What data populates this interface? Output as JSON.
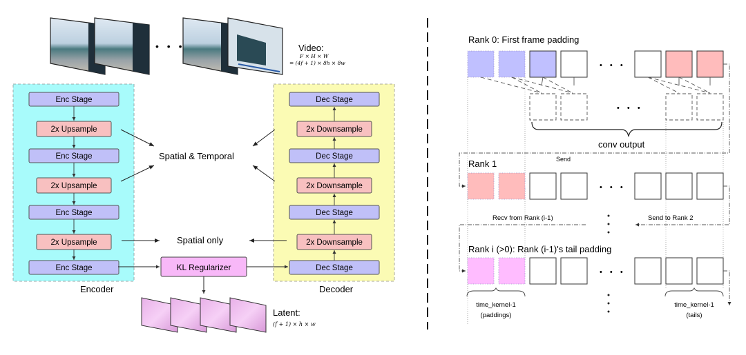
{
  "left_panel": {
    "video": {
      "label": "Video:",
      "formula_line1": "F × H × W",
      "formula_line2": "= (4f + 1) × 8h × 8w",
      "ellipsis": "• • •"
    },
    "encoder": {
      "label": "Encoder",
      "bg_color": "#a8fbfb",
      "blocks": [
        "Enc Stage",
        "2x Upsample",
        "Enc Stage",
        "2x Upsample",
        "Enc Stage",
        "2x Upsample",
        "Enc Stage"
      ]
    },
    "decoder": {
      "label": "Decoder",
      "bg_color": "#fbfbb4",
      "blocks": [
        "Dec Stage",
        "2x Downsample",
        "Dec Stage",
        "2x Downsample",
        "Dec Stage",
        "2x Downsample",
        "Dec Stage"
      ]
    },
    "center_labels": {
      "spatial_temporal": "Spatial  & Temporal",
      "spatial_only": "Spatial only"
    },
    "kl": {
      "label": "KL Regularizer",
      "color": "#f8b8f8"
    },
    "latent": {
      "label": "Latent:",
      "formula": "(f + 1) × h × w"
    },
    "colors": {
      "stage": "#c0c0f8",
      "sample": "#f8c0c0"
    }
  },
  "right_panel": {
    "rank0": {
      "title": "Rank 0: First frame padding",
      "conv_output": "conv output",
      "pad_color": "#c0c0ff",
      "tail_color": "#ffbcbc"
    },
    "rank1": {
      "title": "Rank 1",
      "send": "Send",
      "recv": "Recv from Rank (i-1)",
      "send_to": "Send to Rank 2",
      "pad_color": "#ffbcbc"
    },
    "ranki": {
      "title": "Rank i (>0): Rank (i-1)'s tail padding",
      "pad_color": "#ffbcff"
    },
    "brace_left": {
      "line1": "time_kernel-1",
      "line2": "(paddings)"
    },
    "brace_right": {
      "line1": "time_kernel-1",
      "line2": "(tails)"
    },
    "ellipsis": "• • •"
  }
}
